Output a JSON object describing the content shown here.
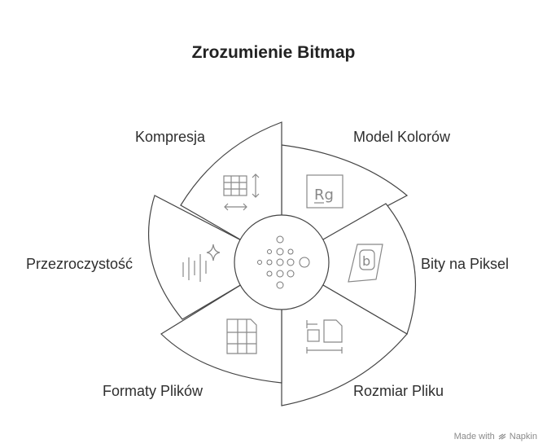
{
  "title": "Zrozumienie Bitmap",
  "segments": [
    {
      "label": "Model Kolorów",
      "icon": "rg-color-model-icon"
    },
    {
      "label": "Bity na Piksel",
      "icon": "b-letter-icon"
    },
    {
      "label": "Rozmiar Pliku",
      "icon": "file-size-icon"
    },
    {
      "label": "Formaty Plików",
      "icon": "file-grid-icon"
    },
    {
      "label": "Przezroczystość",
      "icon": "transparency-sparkle-icon"
    },
    {
      "label": "Kompresja",
      "icon": "table-compress-icon"
    }
  ],
  "center_icon": "dot-cluster-icon",
  "footer": {
    "made_with": "Made with",
    "brand": "Napkin"
  }
}
